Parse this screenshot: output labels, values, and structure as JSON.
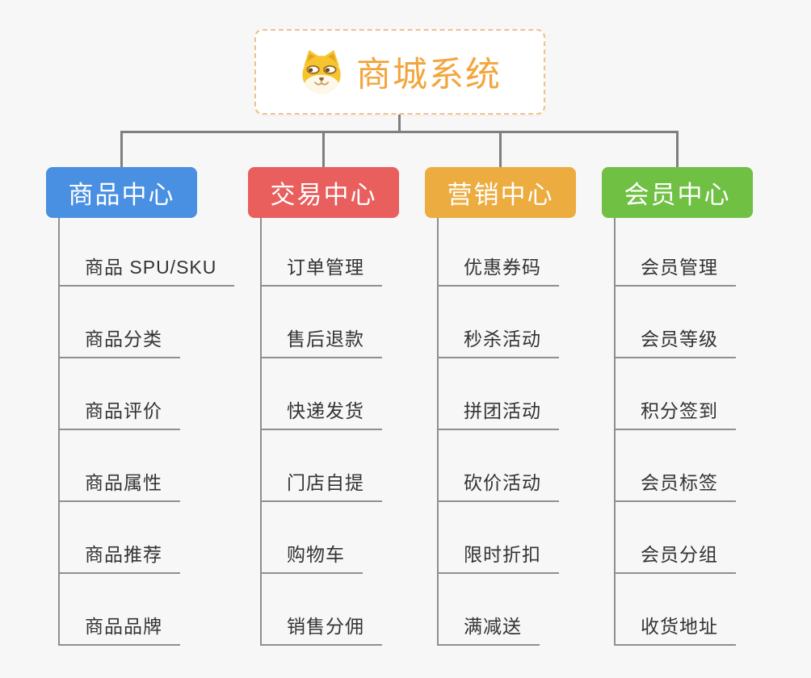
{
  "canvas": {
    "background": "#f7f7f7",
    "connector_color": "#7f7f7f",
    "underline_color": "#8f8f8f"
  },
  "root": {
    "title": "商城系统",
    "icon": "dog-face-icon",
    "title_color": "#f2a53c",
    "border_color": "#edc289"
  },
  "branches": [
    {
      "label": "商品中心",
      "color": "#4a90e2",
      "children": [
        "商品 SPU/SKU",
        "商品分类",
        "商品评价",
        "商品属性",
        "商品推荐",
        "商品品牌"
      ]
    },
    {
      "label": "交易中心",
      "color": "#e85f5e",
      "children": [
        "订单管理",
        "售后退款",
        "快递发货",
        "门店自提",
        "购物车",
        "销售分佣"
      ]
    },
    {
      "label": "营销中心",
      "color": "#ecac40",
      "children": [
        "优惠券码",
        "秒杀活动",
        "拼团活动",
        "砍价活动",
        "限时折扣",
        "满减送"
      ]
    },
    {
      "label": "会员中心",
      "color": "#70c044",
      "children": [
        "会员管理",
        "会员等级",
        "积分签到",
        "会员标签",
        "会员分组",
        "收货地址"
      ]
    }
  ]
}
